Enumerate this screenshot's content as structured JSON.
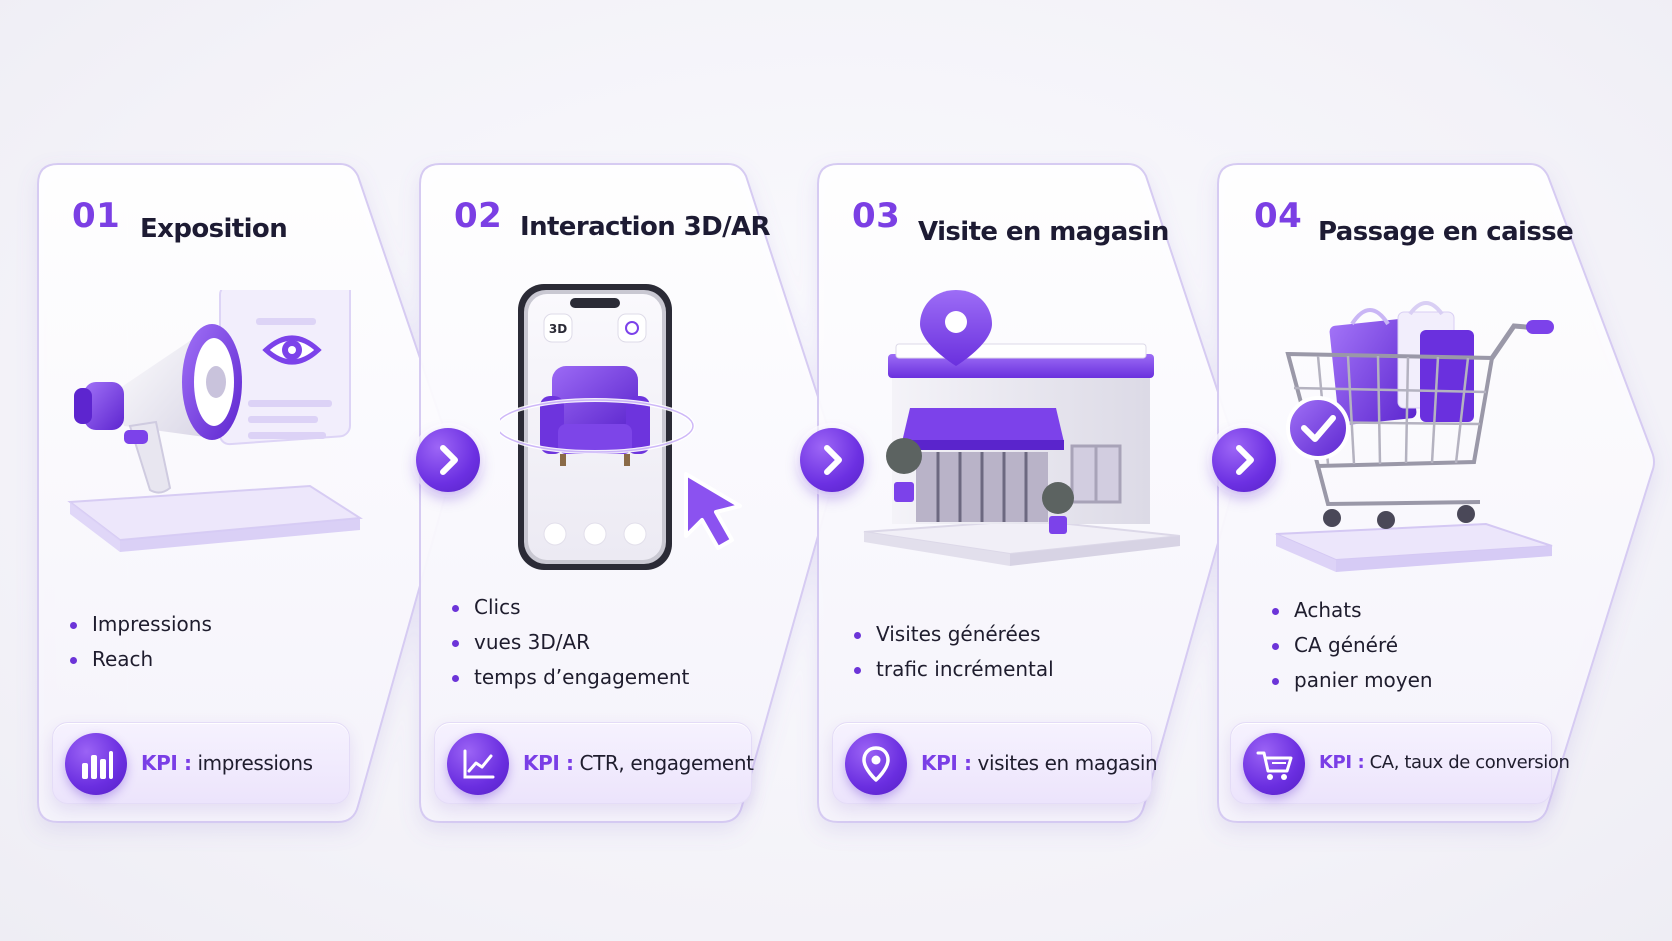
{
  "colors": {
    "accent": "#7b3fe4",
    "accent_dark": "#5622c6",
    "title": "#1d1b33",
    "card_border": "#d9cff2"
  },
  "steps": [
    {
      "number": "01",
      "title": "Exposition",
      "illustration_icon": "megaphone-icon",
      "bullets": [
        "Impressions",
        "Reach"
      ],
      "kpi_label": "KPI :",
      "kpi_value": " impressions",
      "kpi_icon": "bar-chart-icon"
    },
    {
      "number": "02",
      "title": "Interaction 3D/AR",
      "illustration_icon": "smartphone-3d-icon",
      "phone_badge": "3D",
      "bullets": [
        "Clics",
        "vues 3D/AR",
        "temps d’engagement"
      ],
      "kpi_label": "KPI :",
      "kpi_value": " CTR, engagement",
      "kpi_icon": "line-chart-icon"
    },
    {
      "number": "03",
      "title": "Visite en magasin",
      "illustration_icon": "store-icon",
      "bullets": [
        "Visites générées",
        "trafic incrémental"
      ],
      "kpi_label": "KPI :",
      "kpi_value": " visites en magasin",
      "kpi_icon": "location-pin-icon"
    },
    {
      "number": "04",
      "title": "Passage en caisse",
      "illustration_icon": "shopping-cart-icon",
      "bullets": [
        "Achats",
        "CA généré",
        "panier moyen"
      ],
      "kpi_label": "KPI :",
      "kpi_value": " CA, taux de conversion",
      "kpi_icon": "cart-icon"
    }
  ],
  "connectors": [
    "chevron-right-icon",
    "chevron-right-icon",
    "chevron-right-icon"
  ]
}
